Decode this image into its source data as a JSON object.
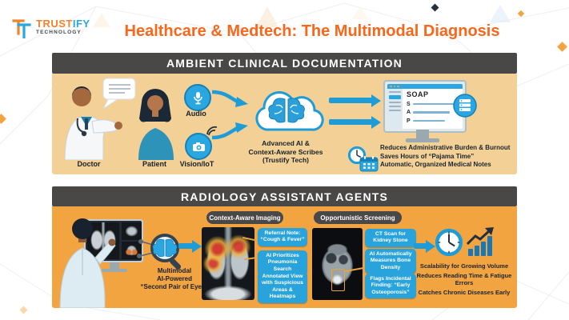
{
  "brand": {
    "name_orange": "TRUST",
    "name_blue": "IFY",
    "tagline": "TECHNOLOGY"
  },
  "title": "Healthcare & Medtech: The Multimodal Diagnosis",
  "colors": {
    "accent_orange": "#F8671B",
    "panel_tan": "#F3D196",
    "panel_orange": "#F2A441",
    "header_dark": "#4A4747",
    "accent_blue": "#2AA7E0",
    "arrow_blue": "#1D9CD8",
    "label_blue": "#29A3DC"
  },
  "ambient": {
    "header": "AMBIENT CLINICAL DOCUMENTATION",
    "doctor_label": "Doctor",
    "patient_label": "Patient",
    "audio_label": "Audio",
    "vision_label": "Vision/IoT",
    "cloud_caption": [
      "Advanced AI &",
      "Context-Aware Scribes",
      "(Trustify Tech)"
    ],
    "screen": {
      "title": "SOAP",
      "rows": [
        "S",
        "A",
        "P"
      ]
    },
    "benefits": [
      "Reduces Administrative Burden & Burnout",
      "Saves Hours of “Pajama Time”",
      "Automatic, Organized Medical Notes"
    ]
  },
  "radiology": {
    "header": "RADIOLOGY ASSISTANT AGENTS",
    "lens_caption": [
      "Multimodal",
      "AI-Powered",
      "“Second Pair of Eyes”"
    ],
    "imaging": {
      "title": "Context-Aware Imaging",
      "labels": [
        "Referral Note: “Cough & Fever”",
        "AI Prioritizes Pneumonia Search",
        "Annotated View with Suspicious Areas & Heatmaps"
      ]
    },
    "screening": {
      "title": "Opportunistic Screening",
      "labels": [
        "CT Scan for Kidney Stone",
        "AI Automatically Measures Bone Density",
        "Flags Incidental Finding: “Early Osteoporosis”"
      ]
    },
    "benefits": [
      "Scalability for Growing Volume",
      "Reduces Reading Time & Fatigue Errors",
      "Catches Chronic Diseases Early"
    ]
  }
}
